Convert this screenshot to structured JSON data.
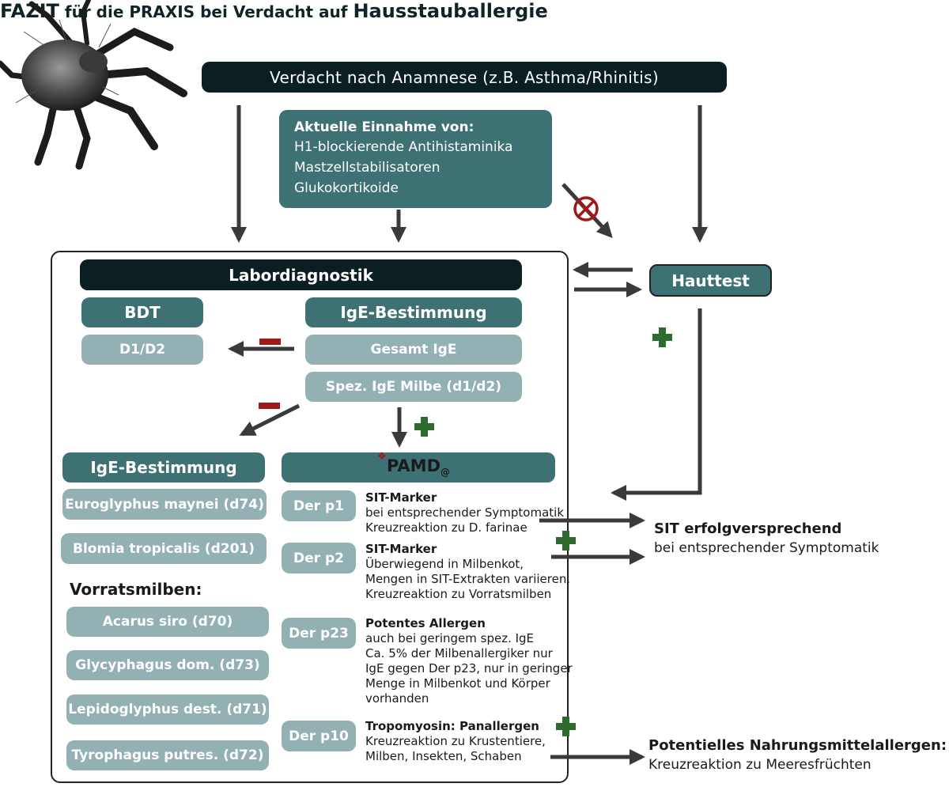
{
  "title": {
    "part1": "FAZIT",
    "part2": " für die PRAXIS bei Verdacht auf ",
    "part3": "Hausstauballergie"
  },
  "top_bar": "Verdacht nach Anamnese (z.B. Asthma/Rhinitis)",
  "medication": {
    "heading": "Aktuelle Einnahme von:",
    "items": [
      "H1-blockierende Antihistaminika",
      "Mastzellstabilisatoren",
      "Glukokortikoide"
    ]
  },
  "lab": {
    "header": "Labordiagnostik",
    "bdt": "BDT",
    "bdt_item": "D1/D2",
    "ige_header": "IgE-Bestimmung",
    "ige_total": "Gesamt IgE",
    "ige_specific": "Spez. IgE Milbe (d1/d2)",
    "ige2_header": "IgE-Bestimmung",
    "ige2_items": [
      "Euroglyphus maynei (d74)",
      "Blomia tropicalis (d201)"
    ],
    "storage_heading": "Vorratsmilben:",
    "storage_items": [
      "Acarus siro (d70)",
      "Glycyphagus dom. (d73)",
      "Lepidoglyphus dest. (d71)",
      "Tyrophagus putres. (d72)"
    ],
    "pamd_label": "PAMD",
    "pamd_suffix": "@",
    "components": [
      {
        "name": "Der p1",
        "heading": "SIT-Marker",
        "lines": [
          "bei entsprechender Symptomatik",
          "Kreuzreaktion zu D. farinae"
        ]
      },
      {
        "name": "Der p2",
        "heading": "SIT-Marker",
        "lines": [
          "Überwiegend in Milbenkot,",
          "Mengen in SIT-Extrakten variieren.",
          "Kreuzreaktion zu Vorratsmilben"
        ]
      },
      {
        "name": "Der p23",
        "heading": "Potentes Allergen",
        "lines": [
          "auch bei geringem spez. IgE",
          "Ca. 5% der Milbenallergiker nur",
          "IgE gegen Der p23, nur in geringer",
          "Menge in Milbenkot und Körper",
          "vorhanden"
        ]
      },
      {
        "name": "Der p10",
        "heading": "Tropomyosin: Panallergen",
        "lines": [
          "Kreuzreaktion zu Krustentiere,",
          "Milben, Insekten, Schaben"
        ]
      }
    ]
  },
  "skin_test": "Hauttest",
  "outcome_sit": {
    "heading": "SIT erfolgversprechend",
    "text": "bei entsprechender Symptomatik"
  },
  "outcome_food": {
    "heading": "Potentielles Nahrungsmittelallergen:",
    "text": "Kreuzreaktion zu Meeresfrüchten"
  },
  "colors": {
    "dark": "#0b1e22",
    "teal": "#3e7173",
    "light": "#93b0b3",
    "plus": "#2e6b2e",
    "minus": "#a01818",
    "arrow": "#3a3a3a"
  },
  "icons": [
    "dust-mite-illustration",
    "plus-icon",
    "minus-icon",
    "prohibited-icon",
    "arrow-icon"
  ]
}
